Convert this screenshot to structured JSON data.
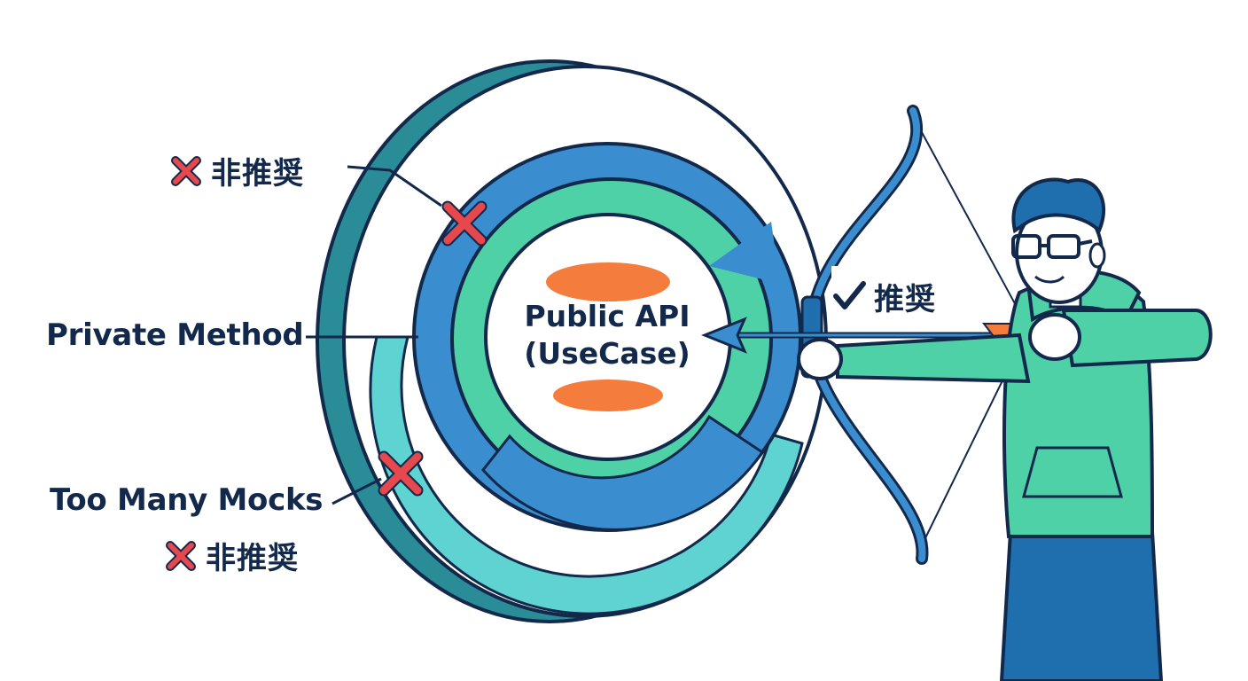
{
  "labels": {
    "not_recommended_top": "非推奨",
    "private_method": "Private Method",
    "too_many_mocks": "Too Many Mocks",
    "not_recommended_bottom": "非推奨",
    "recommended": "推奨"
  },
  "center": {
    "line1": "Public API",
    "line2": "(UseCase)"
  },
  "icons": {
    "cross": "cross-icon",
    "check": "check-icon"
  },
  "colors": {
    "navy": "#13294b",
    "outer_teal": "#2a8c96",
    "blue_ring": "#3a8dcf",
    "green_ring": "#4fd1a8",
    "aqua_ring": "#5ed3d2",
    "orange": "#f47c3c",
    "red_cross": "#e5484d",
    "hoodie": "#4fd1a8",
    "jeans": "#1f6fae"
  }
}
